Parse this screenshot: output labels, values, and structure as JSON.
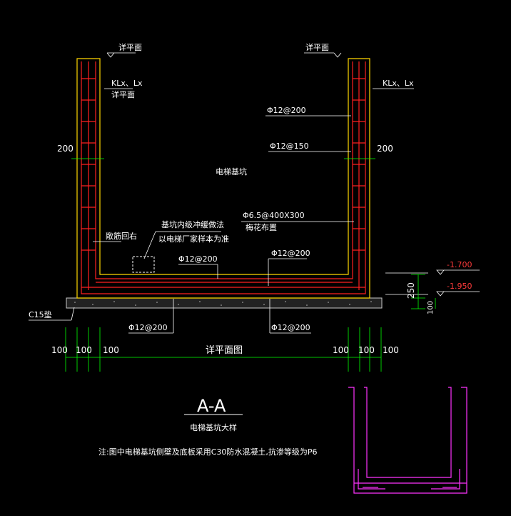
{
  "labels": {
    "detail_plan_left": "详平面",
    "detail_plan_right": "详平面",
    "beam_left_code": "KLx、Lx",
    "beam_left_ref": "详平面",
    "beam_right_code": "KLx、Lx",
    "phi12_200_right": "Φ12@200",
    "phi12_150_right": "Φ12@150",
    "dim_200_left": "200",
    "dim_200_right": "200",
    "pit_title": "电梯基坑",
    "tie_bars": "Φ6.5@400X300",
    "tie_bars_note": "梅花布置",
    "sump_note_1": "基坑内级冲缓做法",
    "sump_note_2": "以电梯厂家样本为准",
    "drain_left": "敞筋回右",
    "phi12_200_bottom_mid": "Φ12@200",
    "phi12_200_bottom_right": "Φ12@200",
    "level_1": "-1.700",
    "level_2": "-1.950",
    "dim_250": "250",
    "dim_100_v": "100",
    "c15": "C15垫",
    "phi12_200_below_left": "Φ12@200",
    "phi12_200_below_right": "Φ12@200",
    "dim_100_1": "100",
    "dim_100_2": "100",
    "dim_100_3": "100",
    "dim_detail": "详平面图",
    "dim_100_4": "100",
    "dim_100_5": "100",
    "dim_100_6": "100",
    "section_title": "A-A",
    "section_subtitle": "电梯基坑大样",
    "footnote": "注:图中电梯基坑侧壁及底板采用C30防水混凝土,抗渗等级为P6"
  },
  "colors": {
    "concrete_outline": "#ffd700",
    "rebar": "#ff2020",
    "leader": "#ffffff",
    "dimension": "#00ff00",
    "rebar_detail": "#ff33ff",
    "pad": "#c8c8c8"
  }
}
